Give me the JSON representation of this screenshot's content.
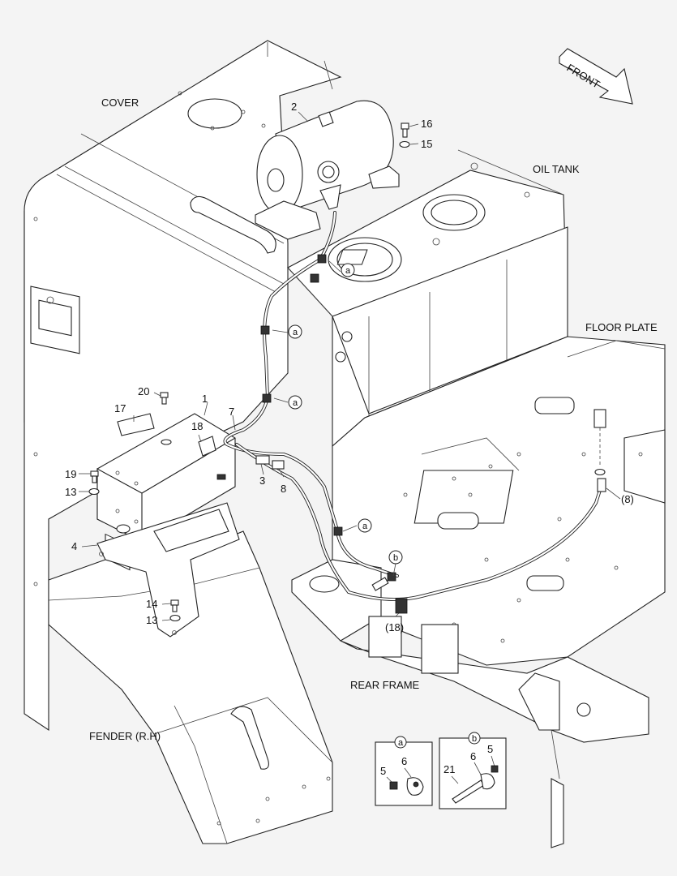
{
  "labels": {
    "cover": "COVER",
    "oil_tank": "OIL TANK",
    "floor_plate": "FLOOR PLATE",
    "rear_frame": "REAR FRAME",
    "fender": "FENDER (R.H)",
    "front": "FRONT"
  },
  "callouts": {
    "n1": "1",
    "n2": "2",
    "n3": "3",
    "n4": "4",
    "n7": "7",
    "n8": "8",
    "n13a": "13",
    "n13b": "13",
    "n14": "14",
    "n15": "15",
    "n16": "16",
    "n17": "17",
    "n18": "18",
    "n19": "19",
    "n20": "20",
    "p8": "(8)",
    "p18": "(18)"
  },
  "markers": {
    "a1": "a",
    "a2": "a",
    "a3": "a",
    "a4": "a",
    "b1": "b"
  },
  "detail_a": {
    "marker": "a",
    "n5": "5",
    "n6": "6"
  },
  "detail_b": {
    "marker": "b",
    "n21": "21",
    "n6": "6",
    "n5": "5"
  }
}
